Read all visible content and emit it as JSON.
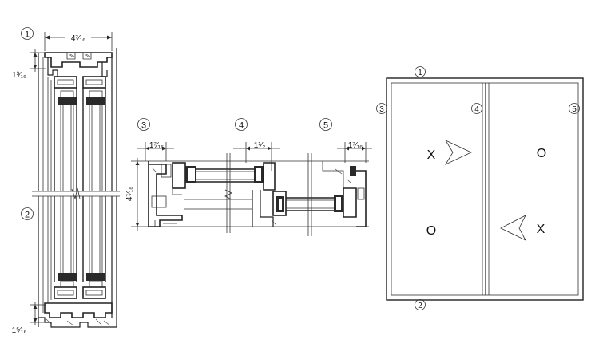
{
  "callouts": {
    "c1": "1",
    "c2": "2",
    "c3": "3",
    "c4": "4",
    "c5": "5"
  },
  "dimensions": {
    "vertical_width": "4⁷⁄₁₆",
    "vertical_top": "1³⁄₁₆",
    "vertical_bottom": "1⁵⁄₁₆",
    "horizontal_left": "1⁷⁄₁₆",
    "horizontal_mid": "1¹⁄₂",
    "horizontal_right": "1⁷⁄₁₆",
    "horizontal_depth": "4⁷⁄₁₆"
  },
  "elevation": {
    "left_top_symbol": "X",
    "left_bottom_symbol": "O",
    "right_top_symbol": "O",
    "right_bottom_symbol": "X"
  }
}
